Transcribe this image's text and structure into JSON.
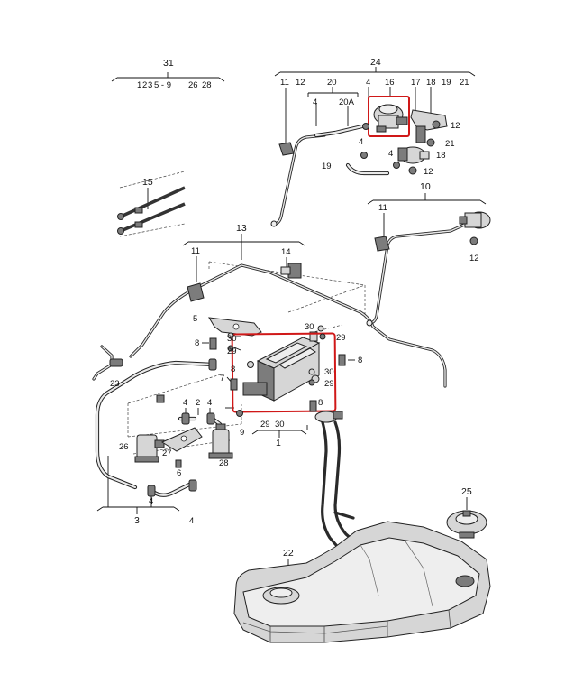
{
  "labels": {
    "n31": "31",
    "n31_sub1": "1",
    "n31_sub2": "2",
    "n31_sub3": "3",
    "n31_sub4": "5 - 9",
    "n31_sub5": "26",
    "n31_sub6": "28",
    "n24": "24",
    "n24_11": "11",
    "n24_12": "12",
    "n24_20": "20",
    "n24_4": "4",
    "n24_16": "16",
    "n24_17": "17",
    "n24_18": "18",
    "n24_19": "19",
    "n24_21": "21",
    "n20_4": "4",
    "n20A": "20A",
    "r12a": "12",
    "r21": "21",
    "r18": "18",
    "r4a": "4",
    "r19": "19",
    "r4b": "4",
    "r12b": "12",
    "n10": "10",
    "n10_11": "11",
    "r12c": "12",
    "n15": "15",
    "n13": "13",
    "n13_11": "11",
    "n14": "14",
    "n5": "5",
    "n8a": "8",
    "n30a": "30",
    "n29a": "29",
    "n30b": "30",
    "n29b": "29",
    "n8b": "8",
    "n8c": "8",
    "n30c": "30",
    "n29c": "29",
    "n7": "7",
    "n8d": "8",
    "n9": "9",
    "n29d": "29",
    "n30d": "30",
    "n1": "1",
    "n23": "23",
    "n4a": "4",
    "n2": "2",
    "n4b": "4",
    "n26": "26",
    "n27": "27",
    "n6": "6",
    "n28": "28",
    "n4c": "4",
    "n4d": "4",
    "n3": "3",
    "n25": "25",
    "n22": "22"
  },
  "highlight_color": "#d01818"
}
